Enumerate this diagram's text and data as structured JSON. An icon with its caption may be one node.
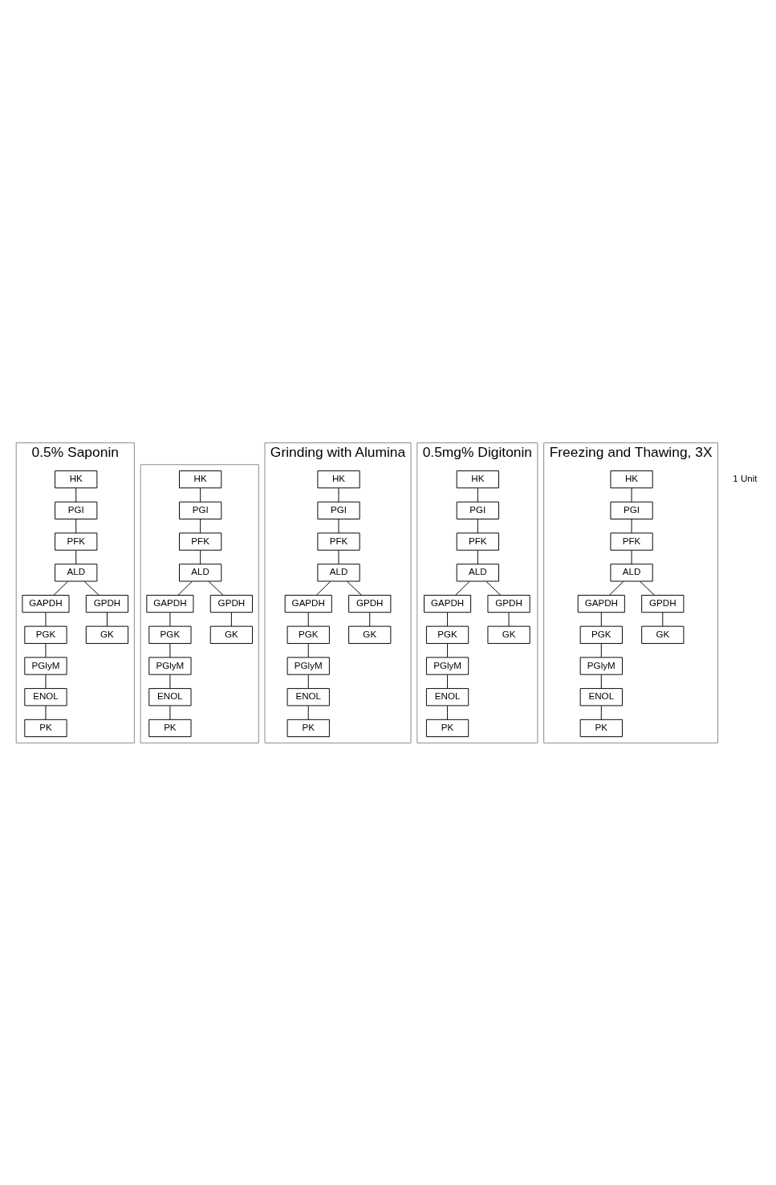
{
  "diagram": {
    "nodes": [
      {
        "text": [
          "0.5% Saponin"
        ]
      },
      {
        "text": [
          "HK"
        ],
        "in": 0
      },
      {
        "text": [
          "PGI"
        ],
        "in": 0
      },
      {
        "text": [
          "PFK"
        ],
        "in": 0
      },
      {
        "text": [
          "ALD"
        ],
        "in": 0
      },
      {
        "text": [
          "GAPDH"
        ],
        "in": 0
      },
      {
        "text": [
          "GPDH"
        ],
        "in": 0
      },
      {
        "text": [
          "PGK"
        ],
        "in": 0
      },
      {
        "text": [
          "GK"
        ],
        "in": 0
      },
      {
        "text": [
          "PGlyM"
        ],
        "in": 0
      },
      {
        "text": [
          "ENOL"
        ],
        "in": 0
      },
      {
        "text": [
          "PK"
        ],
        "in": 0
      },
      {
        "text": [],
        "shape": "box"
      },
      {
        "text": [
          "HK"
        ],
        "in": 12
      },
      {
        "text": [
          "PGI"
        ],
        "in": 12
      },
      {
        "text": [
          "PFK"
        ],
        "in": 12
      },
      {
        "text": [
          "ALD"
        ],
        "in": 12
      },
      {
        "text": [
          "GAPDH"
        ],
        "in": 12
      },
      {
        "text": [
          "GPDH"
        ],
        "in": 12
      },
      {
        "text": [
          "PGK"
        ],
        "in": 12
      },
      {
        "text": [
          "GK"
        ],
        "in": 12
      },
      {
        "text": [
          "PGlyM"
        ],
        "in": 12
      },
      {
        "text": [
          "ENOL"
        ],
        "in": 12
      },
      {
        "text": [
          "PK"
        ],
        "in": 12
      },
      {
        "text": [
          "Grinding with Alumina"
        ]
      },
      {
        "text": [
          "HK"
        ],
        "in": 24
      },
      {
        "text": [
          "PGI"
        ],
        "in": 24
      },
      {
        "text": [
          "PFK"
        ],
        "in": 24
      },
      {
        "text": [
          "ALD"
        ],
        "in": 24
      },
      {
        "text": [
          "GAPDH"
        ],
        "in": 24
      },
      {
        "text": [
          "GPDH"
        ],
        "in": 24
      },
      {
        "text": [
          "PGK"
        ],
        "in": 24
      },
      {
        "text": [
          "GK"
        ],
        "in": 24
      },
      {
        "text": [
          "PGlyM"
        ],
        "in": 24
      },
      {
        "text": [
          "ENOL"
        ],
        "in": 24
      },
      {
        "text": [
          "PK"
        ],
        "in": 24
      },
      {
        "text": [
          "0.5mg% Digitonin"
        ]
      },
      {
        "text": [
          "HK"
        ],
        "in": 36
      },
      {
        "text": [
          "PGI"
        ],
        "in": 36
      },
      {
        "text": [
          "PFK"
        ],
        "in": 36
      },
      {
        "text": [
          "ALD"
        ],
        "in": 36
      },
      {
        "text": [
          "GAPDH"
        ],
        "in": 36
      },
      {
        "text": [
          "GPDH"
        ],
        "in": 36
      },
      {
        "text": [
          "PGK"
        ],
        "in": 36
      },
      {
        "text": [
          "GK"
        ],
        "in": 36
      },
      {
        "text": [
          "PGlyM"
        ],
        "in": 36
      },
      {
        "text": [
          "ENOL"
        ],
        "in": 36
      },
      {
        "text": [
          "PK"
        ],
        "in": 36
      },
      {
        "text": [
          "Freezing and Thawing, 3X"
        ]
      },
      {
        "text": [
          "HK"
        ],
        "in": 48
      },
      {
        "text": [
          "PGI"
        ],
        "in": 48
      },
      {
        "text": [
          "PFK"
        ],
        "in": 48
      },
      {
        "text": [
          "ALD"
        ],
        "in": 48
      },
      {
        "text": [
          "GAPDH"
        ],
        "in": 48
      },
      {
        "text": [
          "GPDH"
        ],
        "in": 48
      },
      {
        "text": [
          "PGK"
        ],
        "in": 48
      },
      {
        "text": [
          "GK"
        ],
        "in": 48
      },
      {
        "text": [
          "PGlyM"
        ],
        "in": 48
      },
      {
        "text": [
          "ENOL"
        ],
        "in": 48
      },
      {
        "text": [
          "PK"
        ],
        "in": 48
      }
    ],
    "edges": [
      {
        "from": 1,
        "to": 2,
        "arrow": "none"
      },
      {
        "from": 2,
        "to": 3,
        "arrow": "none"
      },
      {
        "from": 3,
        "to": 4,
        "arrow": "none"
      },
      {
        "from": 4,
        "to": 5,
        "arrow": "none"
      },
      {
        "from": 4,
        "to": 6,
        "arrow": "none"
      },
      {
        "from": 5,
        "to": 7,
        "arrow": "none"
      },
      {
        "from": 6,
        "to": 8,
        "arrow": "none"
      },
      {
        "from": 7,
        "to": 9,
        "arrow": "none"
      },
      {
        "from": 9,
        "to": 10,
        "arrow": "none"
      },
      {
        "from": 10,
        "to": 11,
        "arrow": "none"
      },
      {
        "from": 13,
        "to": 14,
        "arrow": "none"
      },
      {
        "from": 14,
        "to": 15,
        "arrow": "none"
      },
      {
        "from": 15,
        "to": 16,
        "arrow": "none"
      },
      {
        "from": 16,
        "to": 17,
        "arrow": "none"
      },
      {
        "from": 16,
        "to": 18,
        "arrow": "none"
      },
      {
        "from": 17,
        "to": 19,
        "arrow": "none"
      },
      {
        "from": 18,
        "to": 20,
        "arrow": "none"
      },
      {
        "from": 19,
        "to": 21,
        "arrow": "none"
      },
      {
        "from": 21,
        "to": 22,
        "arrow": "none"
      },
      {
        "from": 22,
        "to": 23,
        "arrow": "none"
      },
      {
        "from": 25,
        "to": 26,
        "arrow": "none"
      },
      {
        "from": 26,
        "to": 27,
        "arrow": "none"
      },
      {
        "from": 27,
        "to": 28,
        "arrow": "none"
      },
      {
        "from": 28,
        "to": 29,
        "arrow": "none"
      },
      {
        "from": 28,
        "to": 30,
        "arrow": "none"
      },
      {
        "from": 29,
        "to": 31,
        "arrow": "none"
      },
      {
        "from": 30,
        "to": 32,
        "arrow": "none"
      },
      {
        "from": 31,
        "to": 33,
        "arrow": "none"
      },
      {
        "from": 33,
        "to": 34,
        "arrow": "none"
      },
      {
        "from": 34,
        "to": 35,
        "arrow": "none"
      },
      {
        "from": 37,
        "to": 38,
        "arrow": "none"
      },
      {
        "from": 38,
        "to": 39,
        "arrow": "none"
      },
      {
        "from": 39,
        "to": 40,
        "arrow": "none"
      },
      {
        "from": 40,
        "to": 41,
        "arrow": "none"
      },
      {
        "from": 40,
        "to": 42,
        "arrow": "none"
      },
      {
        "from": 41,
        "to": 43,
        "arrow": "none"
      },
      {
        "from": 42,
        "to": 44,
        "arrow": "none"
      },
      {
        "from": 43,
        "to": 45,
        "arrow": "none"
      },
      {
        "from": 45,
        "to": 46,
        "arrow": "none"
      },
      {
        "from": 46,
        "to": 47,
        "arrow": "none"
      },
      {
        "from": 49,
        "to": 50,
        "arrow": "none"
      },
      {
        "from": 50,
        "to": 51,
        "arrow": "none"
      },
      {
        "from": 51,
        "to": 52,
        "arrow": "none"
      },
      {
        "from": 52,
        "to": 53,
        "arrow": "none"
      },
      {
        "from": 52,
        "to": 54,
        "arrow": "none"
      },
      {
        "from": 53,
        "to": 55,
        "arrow": "none"
      },
      {
        "from": 54,
        "to": 56,
        "arrow": "none"
      },
      {
        "from": 55,
        "to": 57,
        "arrow": "none"
      },
      {
        "from": 57,
        "to": 58,
        "arrow": "none"
      },
      {
        "from": 58,
        "to": 59,
        "arrow": "none"
      }
    ],
    "labels": [
      "1 Unit"
    ]
  }
}
